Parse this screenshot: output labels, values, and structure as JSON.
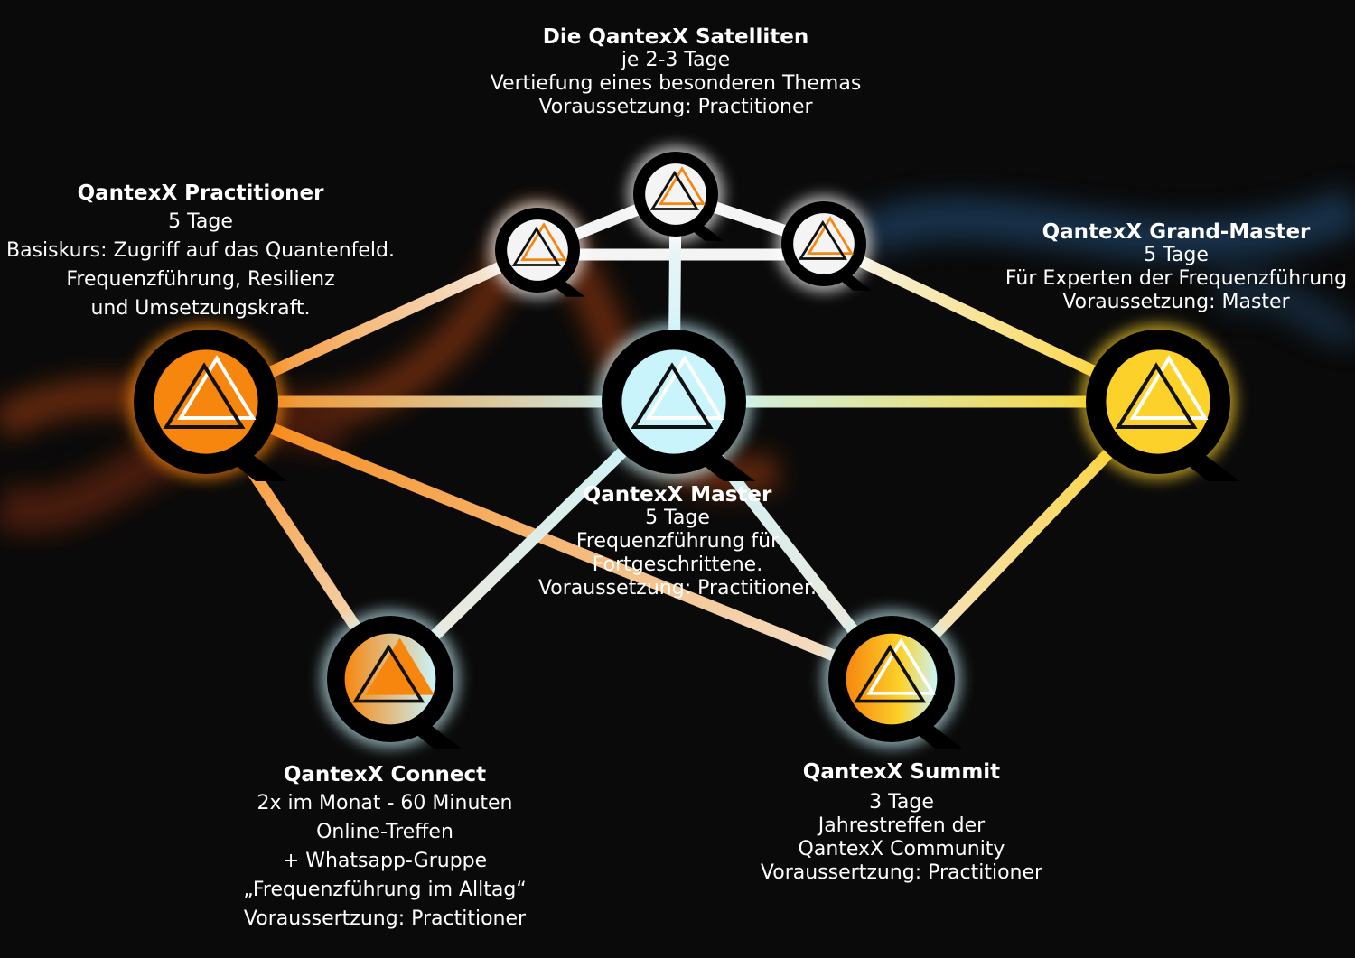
{
  "colors": {
    "background": "#0a0a0a",
    "orange": "#f7860f",
    "light_blue": "#c9f4fb",
    "yellow": "#fcd22a",
    "satellite_fill": "#f4f4f4",
    "ring": "#000000"
  },
  "satellites": {
    "title": "Die QantexX Satelliten",
    "lines": [
      "je 2-3 Tage",
      "Vertiefung eines besonderen Themas",
      "Voraussetzung: Practitioner"
    ]
  },
  "practitioner": {
    "title": "QantexX Practitioner",
    "lines": [
      "5 Tage",
      "Basiskurs: Zugriff auf das Quantenfeld.",
      "Frequenzführung, Resilienz",
      "und Umsetzungskraft."
    ]
  },
  "grand_master": {
    "title": "QantexX Grand-Master",
    "lines": [
      "5 Tage",
      "Für Experten der Frequenzführung",
      "Voraussetzung: Master"
    ]
  },
  "master": {
    "title": "QantexX Master",
    "lines": [
      "5 Tage",
      "Frequenzführung für",
      "Fortgeschrittene.",
      "Voraussetzung: Practitioner."
    ]
  },
  "connect": {
    "title": "QantexX Connect",
    "lines": [
      "2x im Monat - 60 Minuten",
      "Online-Treffen",
      "+ Whatsapp-Gruppe",
      "„Frequenzführung im Alltag“",
      "Voraussertzung: Practitioner"
    ]
  },
  "summit": {
    "title": "QantexX Summit",
    "lines": [
      "3 Tage",
      "Jahrestreffen der",
      "QantexX Community",
      "Voraussertzung: Practitioner"
    ]
  }
}
